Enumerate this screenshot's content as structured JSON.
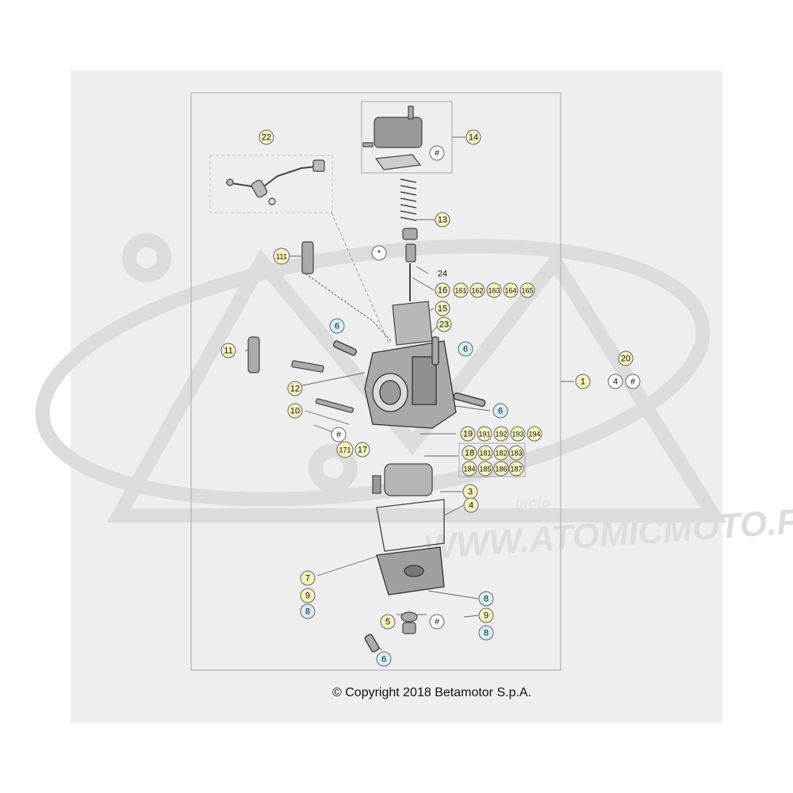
{
  "copyright": "© Copyright 2018 Betamotor S.p.A.",
  "watermark": {
    "url": "WWW.ATOMICMOTO.FR",
    "brand_small": "moto"
  },
  "colors": {
    "panel_bg": "#eeeeee",
    "label_yellow": "#f4f0c0",
    "label_blue": "#d6eef5",
    "label_white": "#ffffff",
    "frame": "#a8a8a8",
    "watermark": "#dddddd"
  },
  "callouts": [
    {
      "id": "c22",
      "text": "22",
      "color": "yellow"
    },
    {
      "id": "c14",
      "text": "14",
      "color": "yellow"
    },
    {
      "id": "cHash1",
      "text": "#",
      "color": "white"
    },
    {
      "id": "c13",
      "text": "13",
      "color": "yellow"
    },
    {
      "id": "c111",
      "text": "111",
      "color": "yellow"
    },
    {
      "id": "cStar",
      "text": "*",
      "color": "white"
    },
    {
      "id": "c24",
      "text": "24",
      "color": "none"
    },
    {
      "id": "c16",
      "text": "16",
      "color": "yellow"
    },
    {
      "id": "c161",
      "text": "161",
      "color": "yellow"
    },
    {
      "id": "c162",
      "text": "162",
      "color": "yellow"
    },
    {
      "id": "c163",
      "text": "163",
      "color": "yellow"
    },
    {
      "id": "c164",
      "text": "164",
      "color": "yellow"
    },
    {
      "id": "c165",
      "text": "165",
      "color": "yellow"
    },
    {
      "id": "c15",
      "text": "15",
      "color": "yellow"
    },
    {
      "id": "c23",
      "text": "23",
      "color": "yellow"
    },
    {
      "id": "c6a",
      "text": "6",
      "color": "blue"
    },
    {
      "id": "c6b",
      "text": "6",
      "color": "blue"
    },
    {
      "id": "c11",
      "text": "11",
      "color": "yellow"
    },
    {
      "id": "c20",
      "text": "20",
      "color": "yellow"
    },
    {
      "id": "c4box",
      "text": "4",
      "color": "white"
    },
    {
      "id": "cHash20",
      "text": "#",
      "color": "white"
    },
    {
      "id": "c1",
      "text": "1",
      "color": "yellow"
    },
    {
      "id": "c12",
      "text": "12",
      "color": "yellow"
    },
    {
      "id": "c6c",
      "text": "6",
      "color": "blue"
    },
    {
      "id": "c10",
      "text": "10",
      "color": "yellow"
    },
    {
      "id": "cHash10",
      "text": "#",
      "color": "white"
    },
    {
      "id": "c171",
      "text": "171",
      "color": "yellow"
    },
    {
      "id": "c17",
      "text": "17",
      "color": "yellow"
    },
    {
      "id": "c19",
      "text": "19",
      "color": "yellow"
    },
    {
      "id": "c191",
      "text": "191",
      "color": "yellow"
    },
    {
      "id": "c192",
      "text": "192",
      "color": "yellow"
    },
    {
      "id": "c193",
      "text": "193",
      "color": "yellow"
    },
    {
      "id": "c194",
      "text": "194",
      "color": "yellow"
    },
    {
      "id": "c18",
      "text": "18",
      "color": "yellow"
    },
    {
      "id": "c181",
      "text": "181",
      "color": "yellow"
    },
    {
      "id": "c182",
      "text": "182",
      "color": "yellow"
    },
    {
      "id": "c183",
      "text": "183",
      "color": "yellow"
    },
    {
      "id": "c184",
      "text": "184",
      "color": "yellow"
    },
    {
      "id": "c185",
      "text": "185",
      "color": "yellow"
    },
    {
      "id": "c186",
      "text": "186",
      "color": "yellow"
    },
    {
      "id": "c187",
      "text": "187",
      "color": "yellow"
    },
    {
      "id": "c3",
      "text": "3",
      "color": "yellow"
    },
    {
      "id": "c4",
      "text": "4",
      "color": "yellow"
    },
    {
      "id": "c7",
      "text": "7",
      "color": "yellow"
    },
    {
      "id": "c9a",
      "text": "9",
      "color": "yellow"
    },
    {
      "id": "c8a",
      "text": "8",
      "color": "blue"
    },
    {
      "id": "c8b",
      "text": "8",
      "color": "blue"
    },
    {
      "id": "c5",
      "text": "5",
      "color": "yellow"
    },
    {
      "id": "cHash5",
      "text": "#",
      "color": "white"
    },
    {
      "id": "c9b",
      "text": "9",
      "color": "yellow"
    },
    {
      "id": "c8c",
      "text": "8",
      "color": "blue"
    },
    {
      "id": "c6d",
      "text": "6",
      "color": "blue"
    }
  ]
}
